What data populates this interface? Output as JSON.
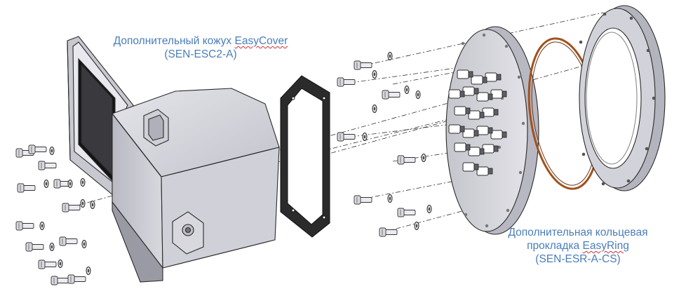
{
  "labels": {
    "cover": {
      "line1_prefix": "Дополнительный кожух ",
      "line1_brand": "EasyCover",
      "line2": "(SEN-ESC2-A)"
    },
    "ring": {
      "line1": "Дополнительная кольцевая",
      "line2_prefix": "прокладка ",
      "line2_brand": "EasyRing",
      "line3": "(SEN-ESR-A-CS)"
    }
  },
  "colors": {
    "label_text": "#4a7dbb",
    "spellcheck_underline": "#d23030",
    "gasket_ring": "#a0521e",
    "metal_fill": "#d6d6dd",
    "metal_outline": "#2a2a2a",
    "flat_gasket": "#2b2b2b"
  },
  "parts": [
    "protective-cover",
    "cover-window-frame",
    "flat-gasket",
    "sensor-flange-plate",
    "ring-gasket",
    "mounting-flange",
    "bolts-and-washers"
  ]
}
